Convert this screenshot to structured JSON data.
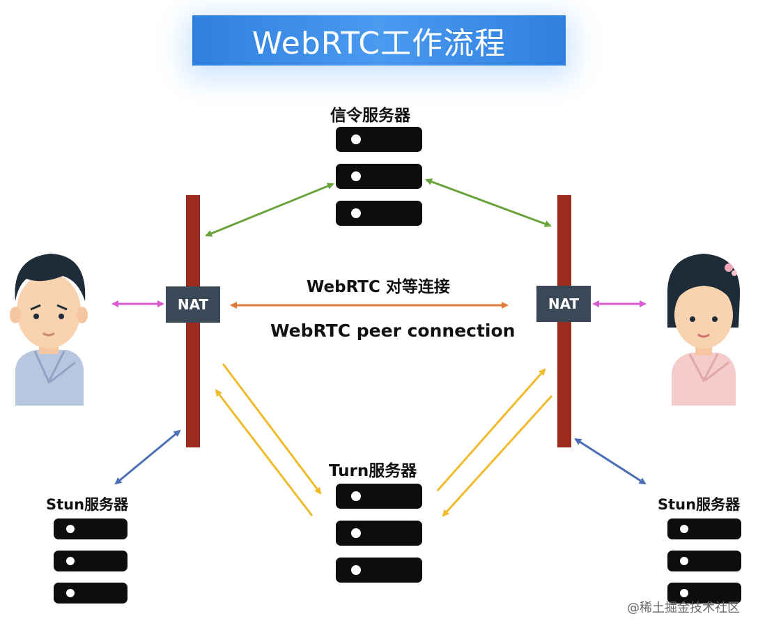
{
  "title": "WebRTC工作流程",
  "signaling_server": {
    "label": "信令服务器"
  },
  "turn_server": {
    "label": "Turn服务器"
  },
  "stun_server_left": {
    "label": "Stun服务器"
  },
  "stun_server_right": {
    "label": "Stun服务器"
  },
  "nat_left": {
    "label": "NAT"
  },
  "nat_right": {
    "label": "NAT"
  },
  "peer_connection": {
    "label_cn": "WebRTC 对等连接",
    "label_en": "WebRTC peer connection"
  },
  "peers": [
    {
      "name": "male-user-avatar",
      "shirt_color": "#b7c7e0"
    },
    {
      "name": "female-user-avatar",
      "shirt_color": "#f5cccc"
    }
  ],
  "watermark": "@稀土掘金技术社区",
  "colors": {
    "signaling_arrows": "#6aa33c",
    "peer_arrow": "#e07a35",
    "nat_user_arrows": "#d95bd0",
    "stun_arrows": "#4a6fb5",
    "turn_arrows": "#f0bb2a",
    "firewall": "#9c2a1f",
    "nat_box": "#3b4858",
    "title_bg": "#3a8ae8"
  }
}
